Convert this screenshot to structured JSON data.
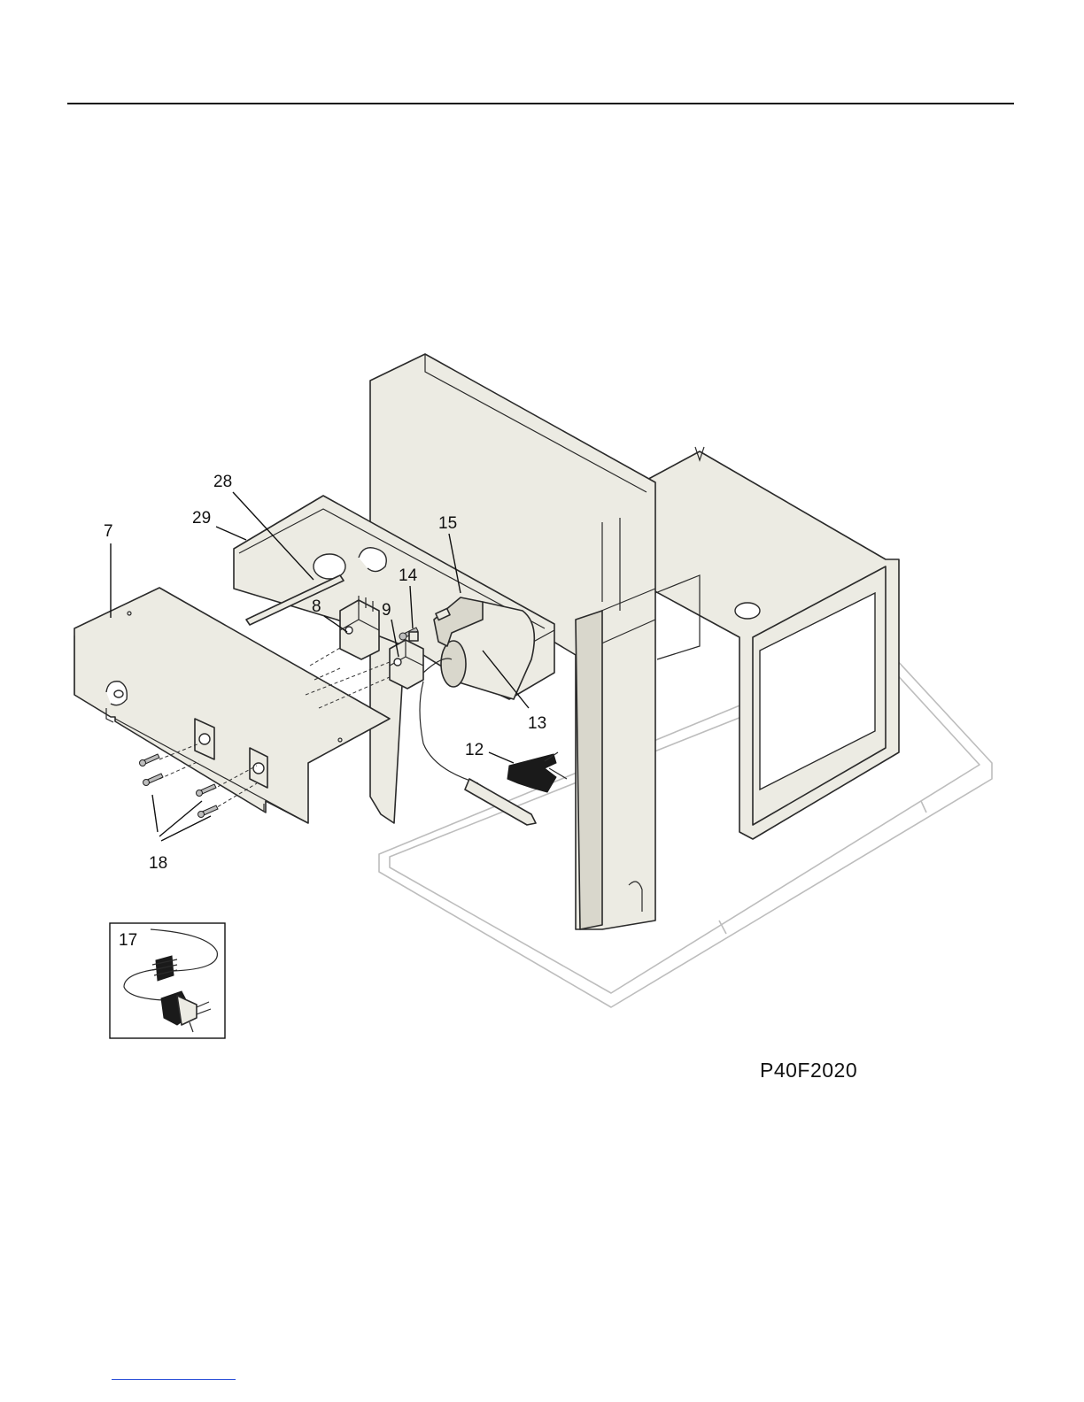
{
  "drawing_code": "P40F2020",
  "callouts": {
    "c7": "7",
    "c8": "8",
    "c9": "9",
    "c12": "12",
    "c13": "13",
    "c14": "14",
    "c15": "15",
    "c17": "17",
    "c18": "18",
    "c28": "28",
    "c29": "29"
  }
}
